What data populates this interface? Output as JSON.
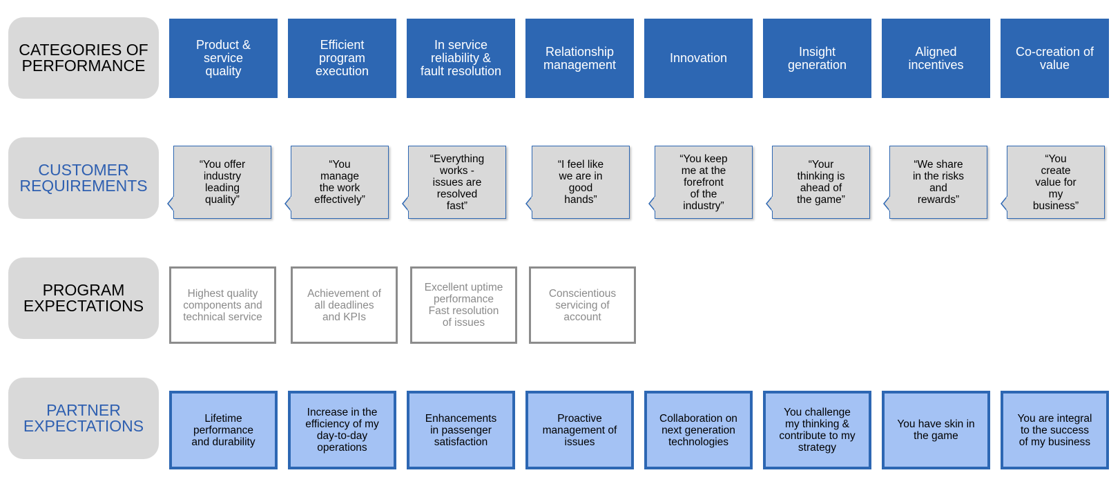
{
  "row_labels": {
    "categories": "CATEGORIES OF\nPERFORMANCE",
    "customer": "CUSTOMER\nREQUIREMENTS",
    "program": "PROGRAM\nEXPECTATIONS",
    "partner": "PARTNER\nEXPECTATIONS"
  },
  "categories": [
    "Product &\nservice\nquality",
    "Efficient\nprogram\nexecution",
    "In service\nreliability &\nfault resolution",
    "Relationship\nmanagement",
    "Innovation",
    "Insight\ngeneration",
    "Aligned\nincentives",
    "Co-creation of\nvalue"
  ],
  "customer_requirements": [
    "“You offer\nindustry\nleading\nquality”",
    "“You\nmanage\nthe work\neffectively”",
    "“Everything\nworks  -\nissues are\nresolved\nfast”",
    "“I feel like\nwe are in\ngood\nhands”",
    "“You keep\nme at the\nforefront\nof the\nindustry”",
    "“Your\nthinking is\nahead of\nthe game”",
    "“We share\nin the risks\nand\nrewards”",
    "“You\ncreate\nvalue for\nmy\nbusiness”"
  ],
  "program_expectations": [
    "Highest quality\ncomponents and\ntechnical service",
    "Achievement of\nall deadlines\nand KPIs",
    "Excellent uptime\nperformance\nFast resolution\nof issues",
    "Conscientious\nservicing of\naccount"
  ],
  "partner_expectations": [
    "Lifetime\nperformance\nand durability",
    "Increase in the\nefficiency of my\nday-to-day\noperations",
    "Enhancements\nin passenger\nsatisfaction",
    "Proactive\nmanagement of\nissues",
    "Collaboration on\nnext generation\ntechnologies",
    "You challenge\nmy thinking &\ncontribute to my\nstrategy",
    "You have skin in\nthe game",
    "You are integral\nto the success\nof my business"
  ],
  "colors": {
    "category_fill": "#2d67b3",
    "requirement_fill": "#d9d9d9",
    "program_border": "#8c8c8c",
    "partner_fill": "#a4c2f4",
    "label_fill": "#d9d9d9",
    "label_blue_text": "#2e5fb0"
  }
}
